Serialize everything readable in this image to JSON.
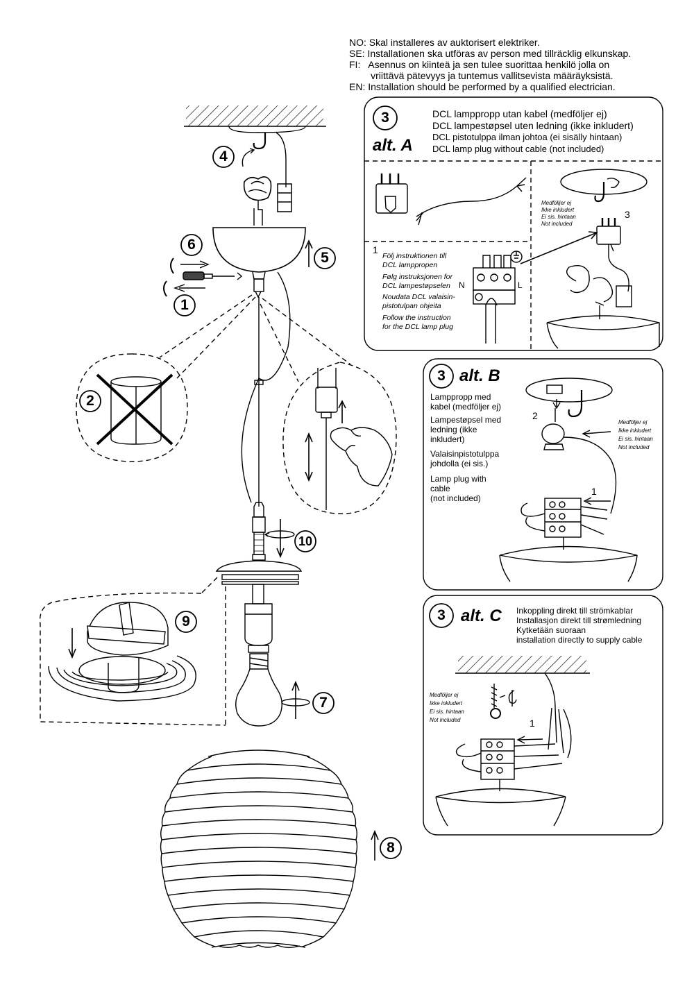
{
  "warnings": [
    "NO: Skal installeres av auktorisert elektriker.",
    "SE: Installationen ska utföras av person med tillräcklig elkunskap.",
    "FI:   Asennus on kiinteä ja sen tulee suorittaa henkilö jolla on",
    "        vriittävä pätevyys ja tuntemus vallitsevista määräyksistä.",
    "EN: Installation should be performed by a qualified electrician."
  ],
  "main_steps": [
    "1",
    "2",
    "4",
    "5",
    "6",
    "7",
    "8",
    "9",
    "10"
  ],
  "panel_a": {
    "step": "3",
    "alt": "alt. A",
    "header": [
      "DCL lamppropp utan kabel (medföljer ej)",
      "DCL lampestøpsel uten ledning (ikke inkludert)",
      "DCL pistotulppa ilman johtoa (ei sisälly hintaan)",
      "DCL lamp plug without cable (not included)"
    ],
    "instruction_num": "1",
    "instruction": [
      "Följ instruktionen till",
      "DCL lamppropen",
      "Følg instruksjonen for",
      "DCL lampestøpselen",
      "Noudata DCL valaisin-",
      "pistotulpan ohjeita",
      "Follow the instruction",
      "for the DCL lamp plug"
    ],
    "terminal_n": "N",
    "terminal_l": "L",
    "not_included": [
      "Medfölljer ej",
      "Ikke inkludert",
      "Ei sis. hintaan",
      "Not included"
    ],
    "plug_num": "3"
  },
  "panel_b": {
    "step": "3",
    "alt": "alt. B",
    "text": [
      "Lamppropp med",
      "kabel (medföljer ej)",
      "Lampestøpsel med",
      "ledning (ikke",
      "inkludert)",
      "Valaisinpistotulppa",
      "johdolla (ei sis.)",
      "Lamp plug with",
      "cable",
      "(not included)"
    ],
    "not_included": [
      "Medföljer ej",
      "Ikke inkludert",
      "Ei sis. hintaan",
      "Not included"
    ],
    "num_2": "2",
    "num_1": "1"
  },
  "panel_c": {
    "step": "3",
    "alt": "alt. C",
    "header": [
      "Inkoppling direkt till strömkablar",
      "Installasjon direkt till strømledning",
      "Kytketään suoraan",
      "installation directly to supply cable"
    ],
    "not_included": [
      "Medföljer ej",
      "Ikke inkludert",
      "Ei sis. hintaan",
      "Not included"
    ],
    "num_1": "1"
  }
}
